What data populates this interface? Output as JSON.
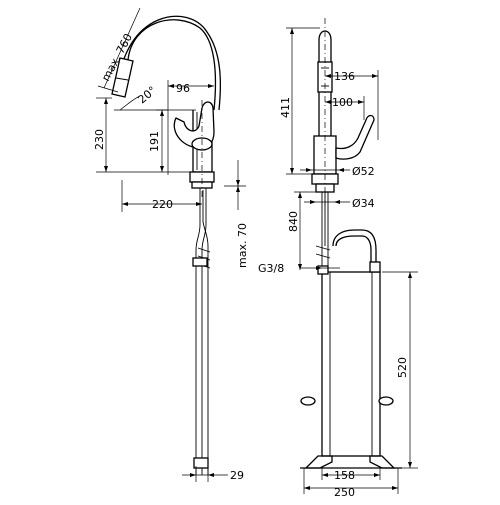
{
  "dimensions": {
    "max_760": "max. 760",
    "angle_20": "20°",
    "d96": "96",
    "d230": "230",
    "d191": "191",
    "d220": "220",
    "max_70": "max. 70",
    "d29": "29",
    "d136": "136",
    "d411": "411",
    "d100": "100",
    "dia52": "Ø52",
    "dia34": "Ø34",
    "d840": "840",
    "g38": "G3/8",
    "d520": "520",
    "d158": "158",
    "d250": "250"
  }
}
